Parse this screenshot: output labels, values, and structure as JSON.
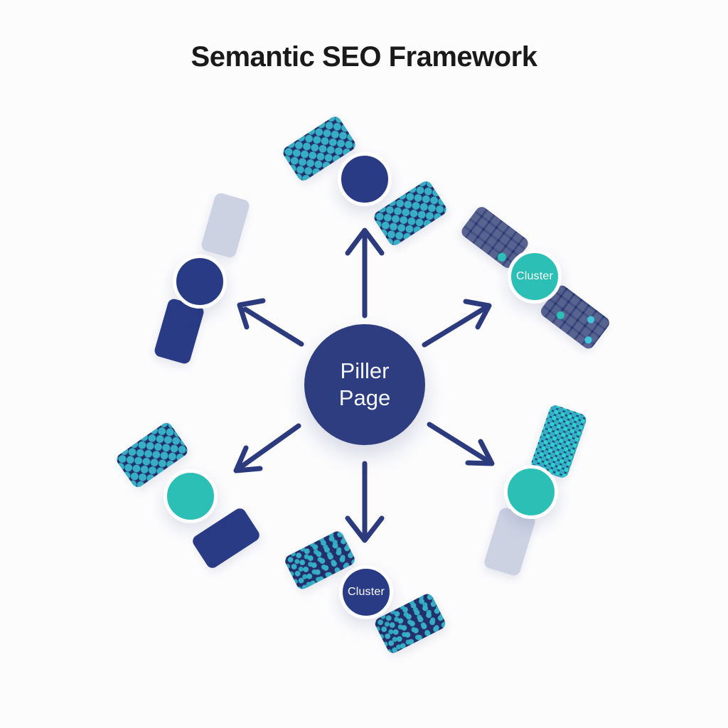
{
  "title": "Semantic SEO Framework",
  "center_node": {
    "label": "Piller Page"
  },
  "nodes": [
    {
      "id": "top",
      "circle_color": "#2a3c85",
      "label": ""
    },
    {
      "id": "upper-right",
      "circle_color": "#2cbfb6",
      "label": "Cluster"
    },
    {
      "id": "upper-left",
      "circle_color": "#2a3c85",
      "label": ""
    },
    {
      "id": "bottom-left",
      "circle_color": "#2cbfb6",
      "label": ""
    },
    {
      "id": "bottom-center",
      "circle_color": "#2a3c85",
      "label": "Cluster"
    },
    {
      "id": "bottom-right",
      "circle_color": "#2cbfb6",
      "label": ""
    }
  ],
  "colors": {
    "background": "#fcfcfd",
    "title": "#1a1a1a",
    "navy": "#2a3b85",
    "navy2": "#2e3d7f",
    "teal": "#2cbfb6",
    "light": "#cdd2e3",
    "wingnavy": "#232e6b",
    "dot": "#38aec6",
    "dot2": "#2fd0c8",
    "arrow": "#2c3b7d"
  }
}
